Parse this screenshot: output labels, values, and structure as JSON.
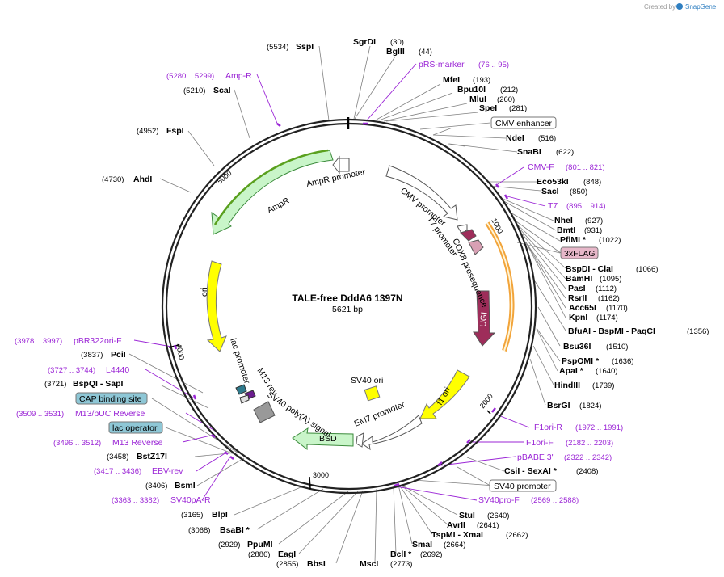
{
  "watermark": {
    "prefix": "Created by",
    "brand": "SnapGene"
  },
  "plasmid": {
    "name": "TALE-free DddA6 1397N",
    "size": "5621 bp"
  },
  "ticks": [
    "1000",
    "2000",
    "3000",
    "4000",
    "5000"
  ],
  "sites": [
    {
      "name": "SgrDI",
      "pos": "(30)"
    },
    {
      "name": "BglII",
      "pos": "(44)"
    },
    {
      "name": "MfeI",
      "pos": "(193)"
    },
    {
      "name": "Bpu10I",
      "pos": "(212)"
    },
    {
      "name": "MluI",
      "pos": "(260)"
    },
    {
      "name": "SpeI",
      "pos": "(281)"
    },
    {
      "name": "NdeI",
      "pos": "(516)"
    },
    {
      "name": "SnaBI",
      "pos": "(622)"
    },
    {
      "name": "Eco53kI",
      "pos": "(848)"
    },
    {
      "name": "SacI",
      "pos": "(850)"
    },
    {
      "name": "NheI",
      "pos": "(927)"
    },
    {
      "name": "BmtI",
      "pos": "(931)"
    },
    {
      "name": "PflMI *",
      "pos": "(1022)"
    },
    {
      "name": "BspDI  - ClaI",
      "pos": "(1066)"
    },
    {
      "name": "BamHI",
      "pos": "(1095)"
    },
    {
      "name": "PasI",
      "pos": "(1112)"
    },
    {
      "name": "RsrII",
      "pos": "(1162)"
    },
    {
      "name": "Acc65I",
      "pos": "(1170)"
    },
    {
      "name": "KpnI",
      "pos": "(1174)"
    },
    {
      "name": "BfuAI  - BspMI  - PaqCI",
      "pos": "(1356)"
    },
    {
      "name": "Bsu36I",
      "pos": "(1510)"
    },
    {
      "name": "PspOMI *",
      "pos": "(1636)"
    },
    {
      "name": "ApaI *",
      "pos": "(1640)"
    },
    {
      "name": "HindIII",
      "pos": "(1739)"
    },
    {
      "name": "BsrGI",
      "pos": "(1824)"
    },
    {
      "name": "CsiI  - SexAI *",
      "pos": "(2408)"
    },
    {
      "name": "StuI",
      "pos": "(2640)"
    },
    {
      "name": "AvrII",
      "pos": "(2641)"
    },
    {
      "name": "TspMI  - XmaI",
      "pos": "(2662)"
    },
    {
      "name": "SmaI",
      "pos": "(2664)"
    },
    {
      "name": "BclI *",
      "pos": "(2692)"
    },
    {
      "name": "MscI",
      "pos": "(2773)"
    },
    {
      "name": "BbsI",
      "pos": "(2855)"
    },
    {
      "name": "EagI",
      "pos": "(2886)"
    },
    {
      "name": "PpuMI",
      "pos": "(2929)"
    },
    {
      "name": "BsaBI *",
      "pos": "(3068)"
    },
    {
      "name": "BlpI",
      "pos": "(3165)"
    },
    {
      "name": "BsmI",
      "pos": "(3406)"
    },
    {
      "name": "BstZ17I",
      "pos": "(3458)"
    },
    {
      "name": "BspQI  - SapI",
      "pos": "(3721)"
    },
    {
      "name": "PciI",
      "pos": "(3837)"
    },
    {
      "name": "AhdI",
      "pos": "(4730)"
    },
    {
      "name": "FspI",
      "pos": "(4952)"
    },
    {
      "name": "ScaI",
      "pos": "(5210)"
    },
    {
      "name": "SspI",
      "pos": "(5534)"
    }
  ],
  "primers": [
    {
      "name": "pRS-marker",
      "pos": "(76 .. 95)"
    },
    {
      "name": "CMV-F",
      "pos": "(801 .. 821)"
    },
    {
      "name": "T7",
      "pos": "(895 .. 914)"
    },
    {
      "name": "F1ori-R",
      "pos": "(1972 .. 1991)"
    },
    {
      "name": "F1ori-F",
      "pos": "(2182 .. 2203)"
    },
    {
      "name": "pBABE 3'",
      "pos": "(2322 .. 2342)"
    },
    {
      "name": "SV40pro-F",
      "pos": "(2569 .. 2588)"
    },
    {
      "name": "SV40pA-R",
      "pos": "(3363 .. 3382)"
    },
    {
      "name": "EBV-rev",
      "pos": "(3417 .. 3436)"
    },
    {
      "name": "M13 Reverse",
      "pos": "(3496 .. 3512)"
    },
    {
      "name": "M13/pUC Reverse",
      "pos": "(3509 .. 3531)"
    },
    {
      "name": "L4440",
      "pos": "(3727 .. 3744)"
    },
    {
      "name": "pBR322ori-F",
      "pos": "(3978 .. 3997)"
    },
    {
      "name": "Amp-R",
      "pos": "(5280 .. 5299)"
    }
  ],
  "boxed_features": [
    "CMV enhancer",
    "3xFLAG",
    "SV40 promoter",
    "CAP binding site",
    "lac operator"
  ],
  "map_features": [
    "AmpR promoter",
    "AmpR",
    "ori",
    "CMV promoter",
    "T7 promoter",
    "COX8 presequence",
    "UGI",
    "f1 ori",
    "SV40 ori",
    "EM7 promoter",
    "BSD",
    "SV40 poly(A) signal",
    "lac promoter",
    "M13 rev"
  ],
  "colors": {
    "primer": "#9b26d6",
    "backbone": "#222222",
    "ampr": "#c9f5c9",
    "ori": "#ffff00",
    "ugi": "#9e2d5a",
    "box_blue": "#8ec7d6",
    "box_pink": "#e7b7c9"
  }
}
